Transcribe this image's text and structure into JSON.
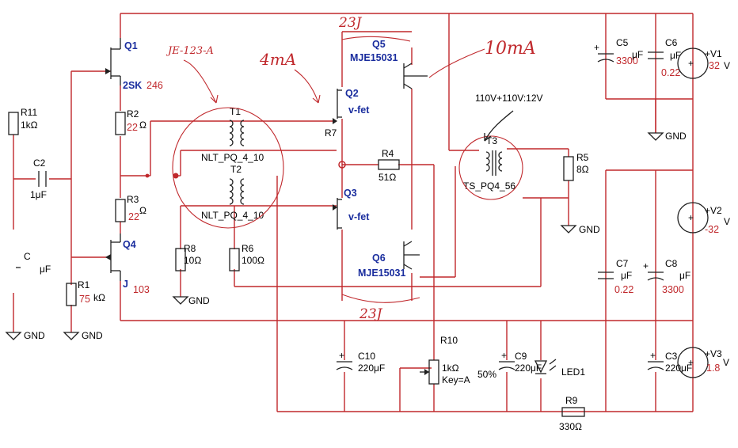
{
  "transistors": {
    "q1": {
      "ref": "Q1",
      "model": "2SK",
      "model_suffix": "246"
    },
    "q2": {
      "ref": "Q2",
      "type": "v-fet"
    },
    "q3": {
      "ref": "Q3",
      "type": "v-fet"
    },
    "q4": {
      "ref": "Q4",
      "model": "J",
      "model_suffix": "103"
    },
    "q5": {
      "ref": "Q5",
      "model": "MJE15031"
    },
    "q6": {
      "ref": "Q6",
      "model": "MJE15031"
    }
  },
  "resistors": {
    "r1": {
      "ref": "R1",
      "value_prefix": "75",
      "value_unit": "kΩ"
    },
    "r2": {
      "ref": "R2",
      "value": "22",
      "value_unit": "Ω"
    },
    "r3": {
      "ref": "R3",
      "value": "22",
      "value_unit": "Ω"
    },
    "r4": {
      "ref": "R4",
      "value": "51Ω"
    },
    "r5": {
      "ref": "R5",
      "value": "8Ω"
    },
    "r6": {
      "ref": "R6",
      "value": "100Ω"
    },
    "r7": {
      "ref": "R7"
    },
    "r8": {
      "ref": "R8",
      "value": "10Ω"
    },
    "r9": {
      "ref": "R9",
      "value": "330Ω"
    },
    "r10": {
      "ref": "R10",
      "value": "1kΩ",
      "key": "Key=A",
      "position": "50%"
    },
    "r11": {
      "ref": "R11",
      "value": "1kΩ"
    }
  },
  "capacitors": {
    "c1": {
      "ref": "C",
      "value": "μF"
    },
    "c2": {
      "ref": "C2",
      "value": "1μF"
    },
    "c3": {
      "ref": "C3",
      "value": "220μF"
    },
    "c5": {
      "ref": "C5",
      "value": "μF",
      "value_red": "3300"
    },
    "c6": {
      "ref": "C6",
      "value": "μF",
      "value_red": "0.22"
    },
    "c7": {
      "ref": "C7",
      "value": "μF",
      "value_red": "0.22"
    },
    "c8": {
      "ref": "C8",
      "value": "μF",
      "value_red": "3300"
    },
    "c9": {
      "ref": "C9",
      "value": "220μF"
    },
    "c10": {
      "ref": "C10",
      "value": "220μF"
    }
  },
  "transformers": {
    "t1": {
      "ref": "T1",
      "model": "NLT_PQ_4_10"
    },
    "t2": {
      "ref": "T2",
      "model": "NLT_PQ_4_10"
    },
    "t3": {
      "ref": "T3",
      "model": "TS_PQ4_56"
    }
  },
  "sources": {
    "v1": {
      "ref": "+V1",
      "unit": "V",
      "value": "32"
    },
    "v2": {
      "ref": "+V2",
      "unit": "V",
      "value": "-32"
    },
    "v3": {
      "ref": "+V3",
      "unit": "V",
      "value": "1.8"
    }
  },
  "led": {
    "ref": "LED1"
  },
  "gnd_label": "GND",
  "annotations": {
    "je": "JE-123-A",
    "current_4ma": "4mA",
    "current_10ma": "10mA",
    "trafo": "110V+110V:12V",
    "scribble_q5": "23J",
    "scribble_q6": "23J"
  }
}
